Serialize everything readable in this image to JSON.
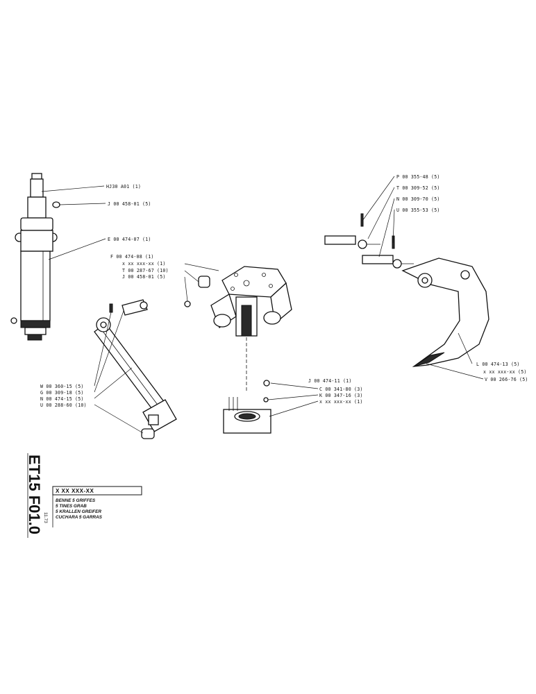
{
  "callouts": {
    "p1": "HJ30 A01 (1)",
    "p2": "J  00  458-01  (5)",
    "p3": "E  00  474-07  (1)",
    "p4": "F  00  474-08  (1)",
    "p5": "x  xx  xxx-xx  (1)",
    "p6": "T  00  287-67  (10)",
    "p7": "J  00  458-01  (5)",
    "p8": "W  00  360-15  (5)",
    "p9": "G  00  309-18  (5)",
    "p10": "N  00  474-15  (5)",
    "p11": "U  00  288-60  (10)",
    "p12": "J  00  474-11  (1)",
    "p13": "C  00  341-80  (3)",
    "p14": "K  00  347-16  (3)",
    "p15": "x  xx  xxx-xx  (1)",
    "p16": "P  00  355-48  (5)",
    "p17": "T  00  309-52  (5)",
    "p18": "N  00  309-70  (5)",
    "p19": "U  00  355-53  (5)",
    "p20": "L  00  474-13  (5)",
    "p21": "x  xx  xxx-xx  (5)",
    "p22": "V  00  266-76  (5)"
  },
  "titleblock": {
    "sheet_id": "ET15  F01.0",
    "code_box": "X XX XXX-XX",
    "date": "11.73",
    "titles": [
      "BENNE 5 GRIFFES",
      "5 TINES GRAB",
      "5 KRALLEN GREIFER",
      "CUCHARA 5 GARRAS"
    ]
  }
}
